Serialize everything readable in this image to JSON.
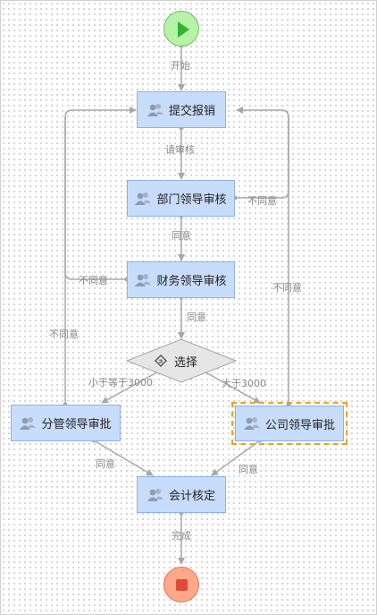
{
  "nodes": {
    "start": {
      "type": "start",
      "icon": "play-icon",
      "color": "#32b432"
    },
    "submit": {
      "label": "提交报销",
      "icon": "user-group-icon"
    },
    "dept_review": {
      "label": "部门领导审核",
      "icon": "user-group-icon"
    },
    "finance_review": {
      "label": "财务领导审核",
      "icon": "user-group-icon"
    },
    "choice": {
      "label": "选择",
      "icon": "gateway-icon"
    },
    "branch_approve": {
      "label": "分管领导审批",
      "icon": "user-group-icon"
    },
    "company_approve": {
      "label": "公司领导审批",
      "icon": "user-group-icon",
      "selected": true
    },
    "accounting": {
      "label": "会计核定",
      "icon": "user-group-icon"
    },
    "end": {
      "type": "end",
      "icon": "stop-icon",
      "color": "#e04a3a"
    }
  },
  "edges": {
    "start_label": "开始",
    "request_review": "请审核",
    "dept_reject": "不同意",
    "dept_agree": "同意",
    "finance_reject": "不同意",
    "finance_agree": "同意",
    "branch_reject": "不同意",
    "company_reject": "不同意",
    "le_3000": "小于等于3000",
    "gt_3000": "大于3000",
    "branch_agree": "同意",
    "company_agree": "同意",
    "complete": "完成"
  },
  "colors": {
    "node_fill": "#c8dcfb",
    "node_border": "#8eb2e6",
    "edge": "#a8a8a8",
    "selection": "#f0a020"
  }
}
